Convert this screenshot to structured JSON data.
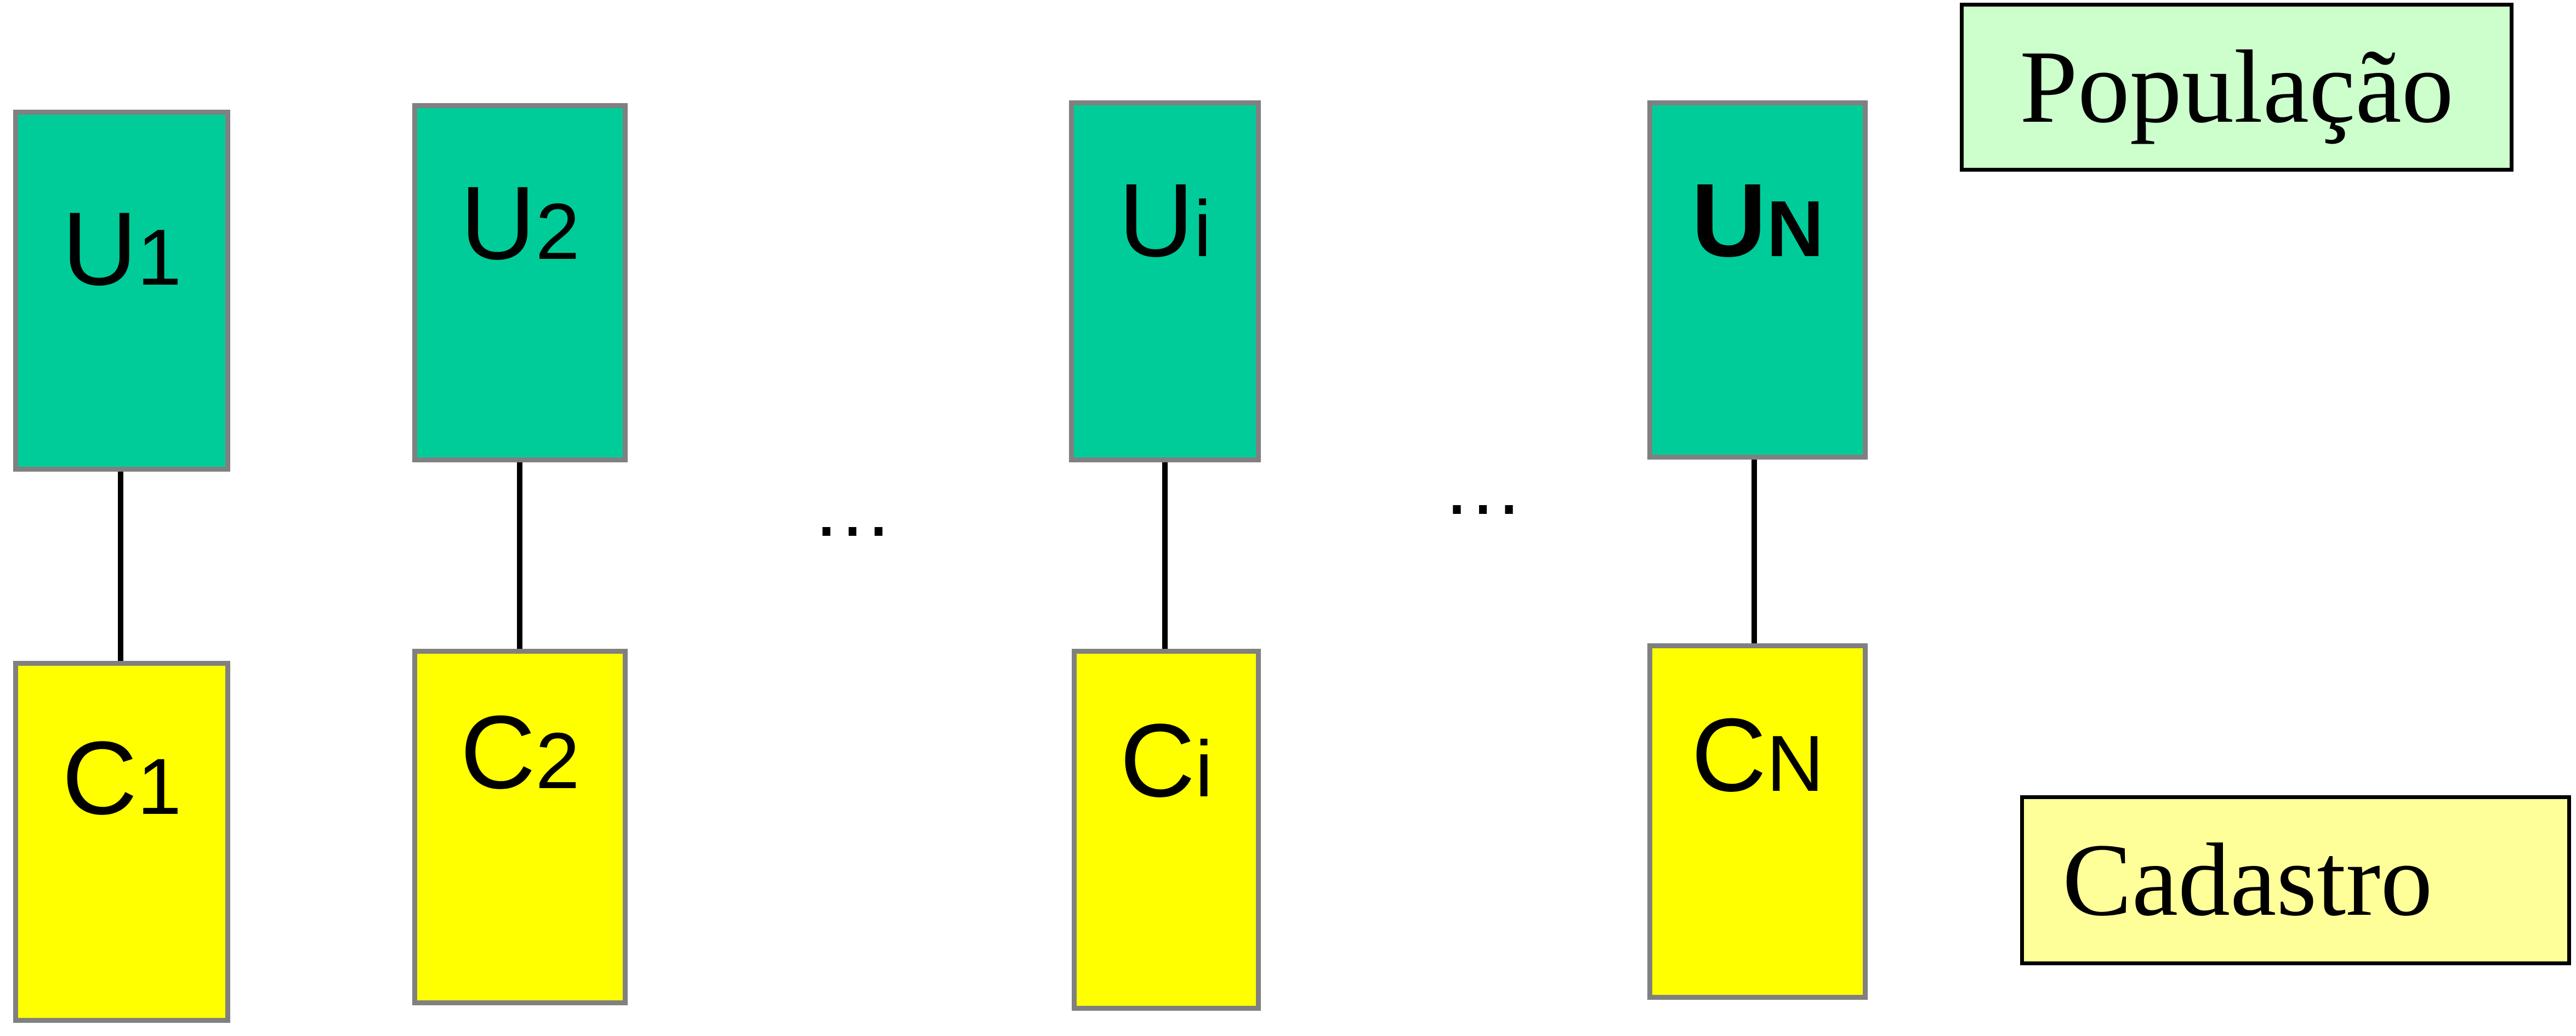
{
  "units": [
    {
      "base": "U",
      "sub": "1"
    },
    {
      "base": "U",
      "sub": "2"
    },
    {
      "base": "U",
      "sub": "i"
    },
    {
      "base": "U",
      "sub": "N"
    }
  ],
  "cadastro": [
    {
      "base": "C",
      "sub": "1"
    },
    {
      "base": "C",
      "sub": "2"
    },
    {
      "base": "C",
      "sub": "i"
    },
    {
      "base": "C",
      "sub": "N"
    }
  ],
  "ellipsis": "…",
  "legend": {
    "populacao": "População",
    "cadastro": "Cadastro"
  },
  "colors": {
    "unit_fill": "#00cc99",
    "cadastro_fill": "#ffff00",
    "legend_populacao_fill": "#ccffcc",
    "legend_cadastro_fill": "#ffff99",
    "box_border": "#808080"
  }
}
